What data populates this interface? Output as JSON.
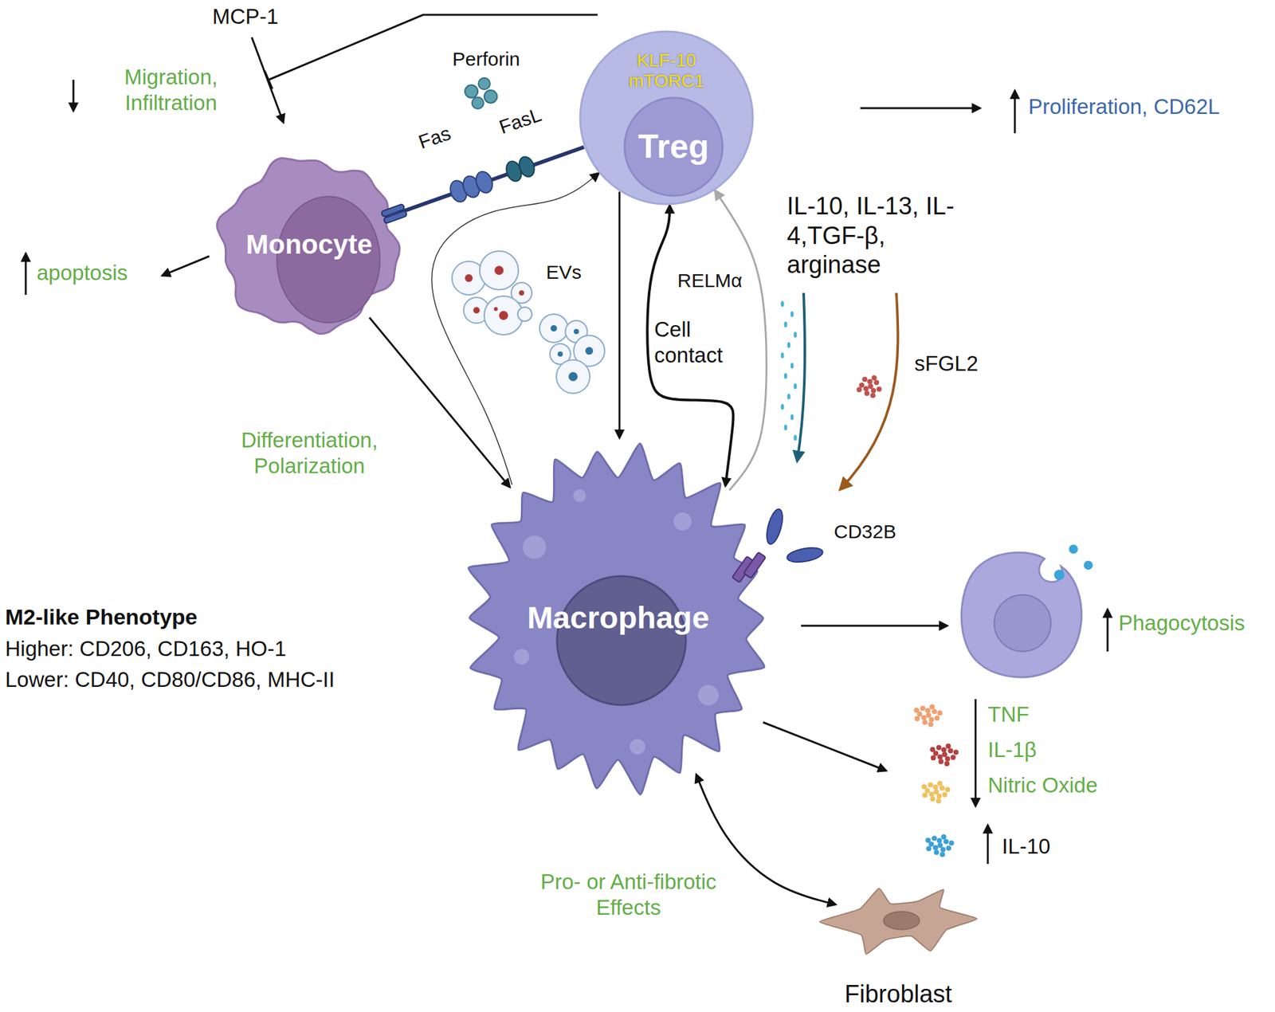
{
  "diagram": {
    "nodes": [
      {
        "text": [
          "KLF-10 mTORC1"
        ]
      },
      {
        "text": [
          "Treg"
        ],
        "in": 0
      },
      {
        "text": [
          "Monocyte"
        ]
      },
      {
        "text": [
          "Macrophage"
        ]
      },
      {
        "text": [
          "Fibroblast"
        ]
      }
    ],
    "edges": [
      {
        "from": 0,
        "to": 2,
        "arrow": "none"
      },
      {
        "from": 2,
        "to": 3,
        "arrow": "to"
      },
      {
        "from": 0,
        "to": 3,
        "arrow": "to"
      },
      {
        "from": 3,
        "to": 0,
        "arrow": "to"
      },
      {
        "from": 0,
        "to": 3,
        "arrow": "both",
        "label": "Cell contact"
      },
      {
        "from": 3,
        "to": 0,
        "arrow": "to"
      },
      {
        "from": 3,
        "to": 4,
        "arrow": "both"
      }
    ],
    "labels": [
      "MCP-1",
      "Migration, Infiltration",
      "Perforin",
      "Fas",
      "FasL",
      "apoptosis",
      "Proliferation, CD62L",
      "EVs",
      "RELMα",
      "IL-10, IL-13, IL-4,TGF-β, arginase",
      "sFGL2",
      "Differentiation, Polarization",
      "CD32B",
      "M2-like Phenotype",
      "Higher: CD206, CD163, HO-1",
      "Lower: CD40, CD80/CD86, MHC-II",
      "Phagocytosis",
      "TNF",
      "IL-1β",
      "Nitric Oxide",
      "IL-10",
      "Pro- or Anti-fibrotic Effects"
    ]
  }
}
